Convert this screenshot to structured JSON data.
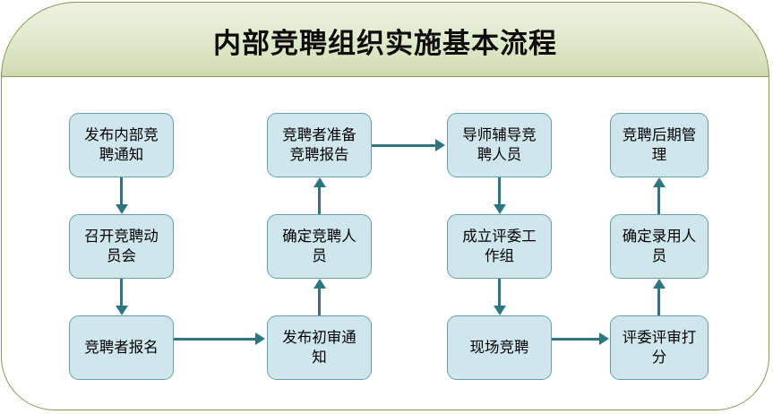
{
  "header": {
    "title": "内部竞聘组织实施基本流程",
    "band_gradient_top": "#eef2e0",
    "band_gradient_bottom": "#cedaaf",
    "border_color": "#8a9a56"
  },
  "theme": {
    "node_fill": "#cfe6ec",
    "node_border": "#63a0ac",
    "connector_color": "#2e7582",
    "page_background": "#ffffff",
    "text_color": "#000000"
  },
  "diagram": {
    "type": "flowchart",
    "columns": 4,
    "rows": 3,
    "nodes": [
      {
        "id": "n1",
        "label": "发布内部竞聘通知",
        "column": 1,
        "row": 1
      },
      {
        "id": "n2",
        "label": "召开竞聘动员会",
        "column": 1,
        "row": 2
      },
      {
        "id": "n3",
        "label": "竞聘者报名",
        "column": 1,
        "row": 3
      },
      {
        "id": "n4",
        "label": "发布初审通知",
        "column": 2,
        "row": 3
      },
      {
        "id": "n5",
        "label": "确定竞聘人员",
        "column": 2,
        "row": 2
      },
      {
        "id": "n6",
        "label": "竞聘者准备竞聘报告",
        "column": 2,
        "row": 1
      },
      {
        "id": "n7",
        "label": "导师辅导竞聘人员",
        "column": 3,
        "row": 1
      },
      {
        "id": "n8",
        "label": "成立评委工作组",
        "column": 3,
        "row": 2
      },
      {
        "id": "n9",
        "label": "现场竞聘",
        "column": 3,
        "row": 3
      },
      {
        "id": "n10",
        "label": "评委评审打分",
        "column": 4,
        "row": 3
      },
      {
        "id": "n11",
        "label": "确定录用人员",
        "column": 4,
        "row": 2
      },
      {
        "id": "n12",
        "label": "竞聘后期管理",
        "column": 4,
        "row": 1
      }
    ],
    "edges": [
      {
        "from": "n1",
        "to": "n2",
        "direction": "down"
      },
      {
        "from": "n2",
        "to": "n3",
        "direction": "down"
      },
      {
        "from": "n3",
        "to": "n4",
        "direction": "right"
      },
      {
        "from": "n4",
        "to": "n5",
        "direction": "up"
      },
      {
        "from": "n5",
        "to": "n6",
        "direction": "up"
      },
      {
        "from": "n6",
        "to": "n7",
        "direction": "right"
      },
      {
        "from": "n7",
        "to": "n8",
        "direction": "down"
      },
      {
        "from": "n8",
        "to": "n9",
        "direction": "down"
      },
      {
        "from": "n9",
        "to": "n10",
        "direction": "right"
      },
      {
        "from": "n10",
        "to": "n11",
        "direction": "up"
      },
      {
        "from": "n11",
        "to": "n12",
        "direction": "up"
      }
    ]
  }
}
